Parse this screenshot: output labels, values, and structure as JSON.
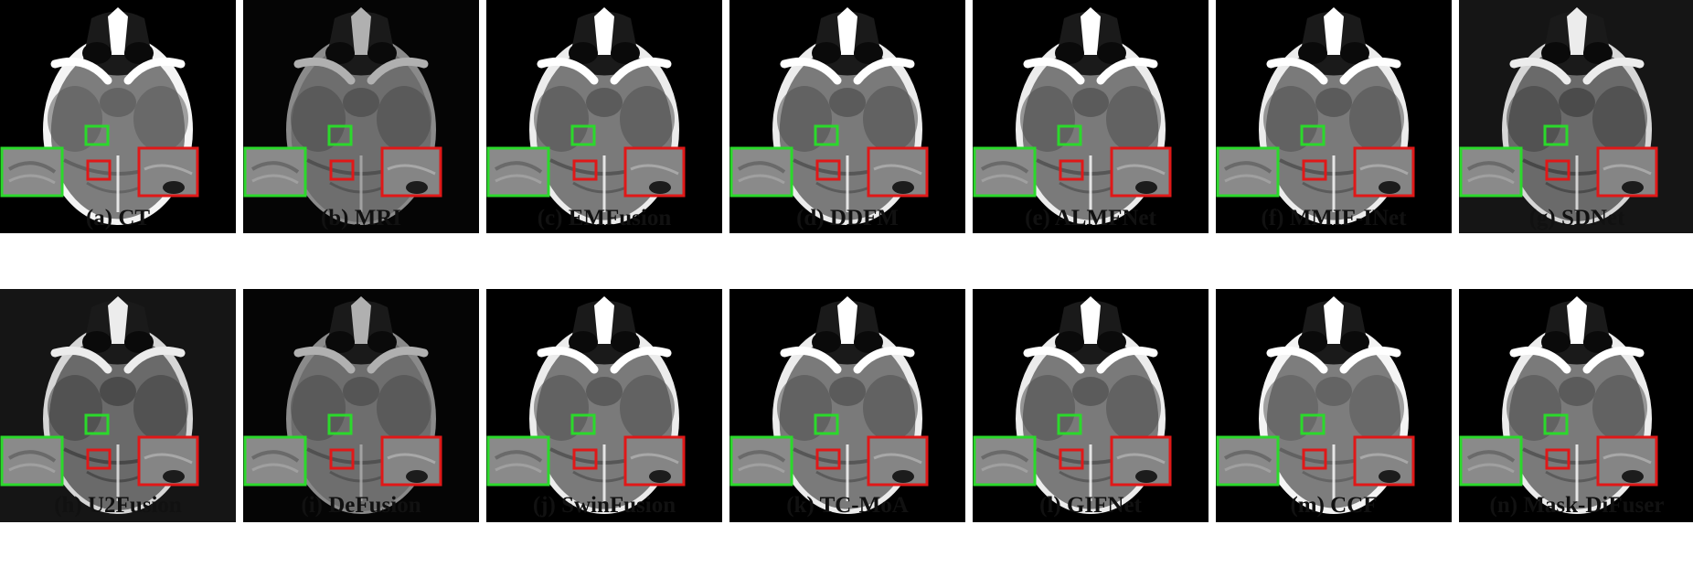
{
  "figure": {
    "panels": [
      {
        "label": "(a) CT",
        "variant": "ct"
      },
      {
        "label": "(b) MRI",
        "variant": "mri"
      },
      {
        "label": "(c) EMFusion",
        "variant": "fused"
      },
      {
        "label": "(d) DDFM",
        "variant": "fused"
      },
      {
        "label": "(e) ALMFNet",
        "variant": "fused"
      },
      {
        "label": "(f) MMIF-INet",
        "variant": "fused"
      },
      {
        "label": "(g) SDNet",
        "variant": "fused-dark"
      },
      {
        "label": "(h) U2Fusion",
        "variant": "fused-dark"
      },
      {
        "label": "(i) DeFusion",
        "variant": "mri"
      },
      {
        "label": "(j) SwinFusion",
        "variant": "fused"
      },
      {
        "label": "(k) TC-MoA",
        "variant": "fused"
      },
      {
        "label": "(l) GIFNet",
        "variant": "fused"
      },
      {
        "label": "(m) CCF",
        "variant": "ct"
      },
      {
        "label": "(n) Mask-DiFuser",
        "variant": "fused"
      }
    ],
    "zoom_colors": {
      "green": "#2bd92b",
      "red": "#e01818"
    }
  }
}
